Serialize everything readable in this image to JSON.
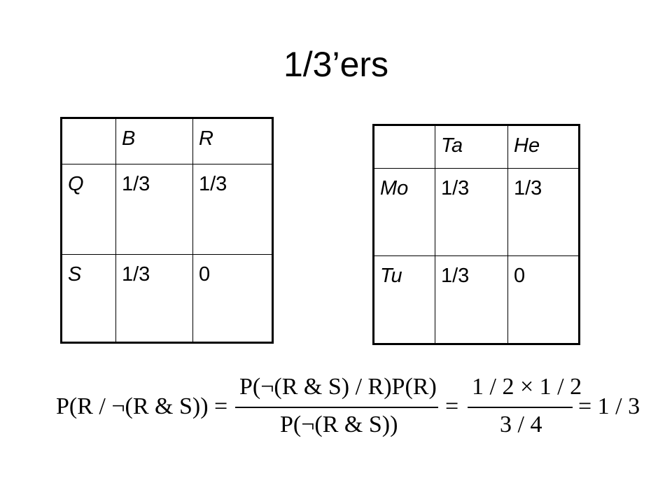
{
  "title": "1/3’ers",
  "table1": {
    "headers": [
      "",
      "B",
      "R"
    ],
    "rows": [
      {
        "label": "Q",
        "values": [
          "1/3",
          "1/3"
        ]
      },
      {
        "label": "S",
        "values": [
          "1/3",
          "0"
        ]
      }
    ]
  },
  "table2": {
    "headers": [
      "",
      "Ta",
      "He"
    ],
    "rows": [
      {
        "label": "Mo",
        "values": [
          "1/3",
          "1/3"
        ]
      },
      {
        "label": "Tu",
        "values": [
          "1/3",
          "0"
        ]
      }
    ]
  },
  "formula": {
    "lhs": "P(R / ¬(R & S))",
    "eq1": "=",
    "num1": "P(¬(R & S) / R)P(R)",
    "den1": "P(¬(R & S))",
    "eq2": "=",
    "num2": "1 / 2 × 1 / 2",
    "den2": "3 / 4",
    "result": "= 1 / 3"
  }
}
